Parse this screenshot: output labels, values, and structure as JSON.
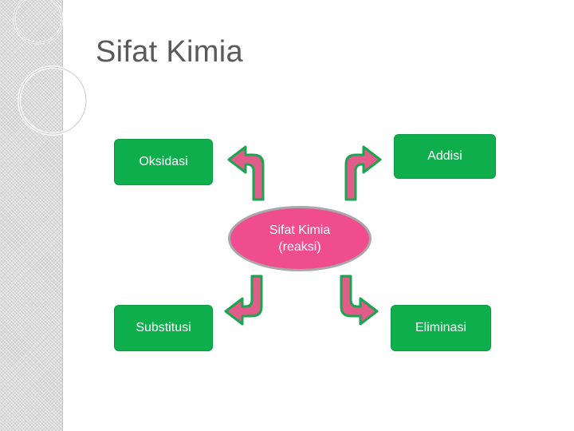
{
  "slide": {
    "title": "Sifat Kimia"
  },
  "diagram": {
    "center_line1": "Sifat Kimia",
    "center_line2": "(reaksi)",
    "nodes": {
      "top_left": "Oksidasi",
      "top_right": "Addisi",
      "bottom_left": "Substitusi",
      "bottom_right": "Eliminasi"
    }
  },
  "colors": {
    "node_fill": "#0fae4d",
    "center_fill": "#ef4d8e",
    "arrow_fill": "#e25c8a",
    "arrow_outline": "#1aa550"
  }
}
